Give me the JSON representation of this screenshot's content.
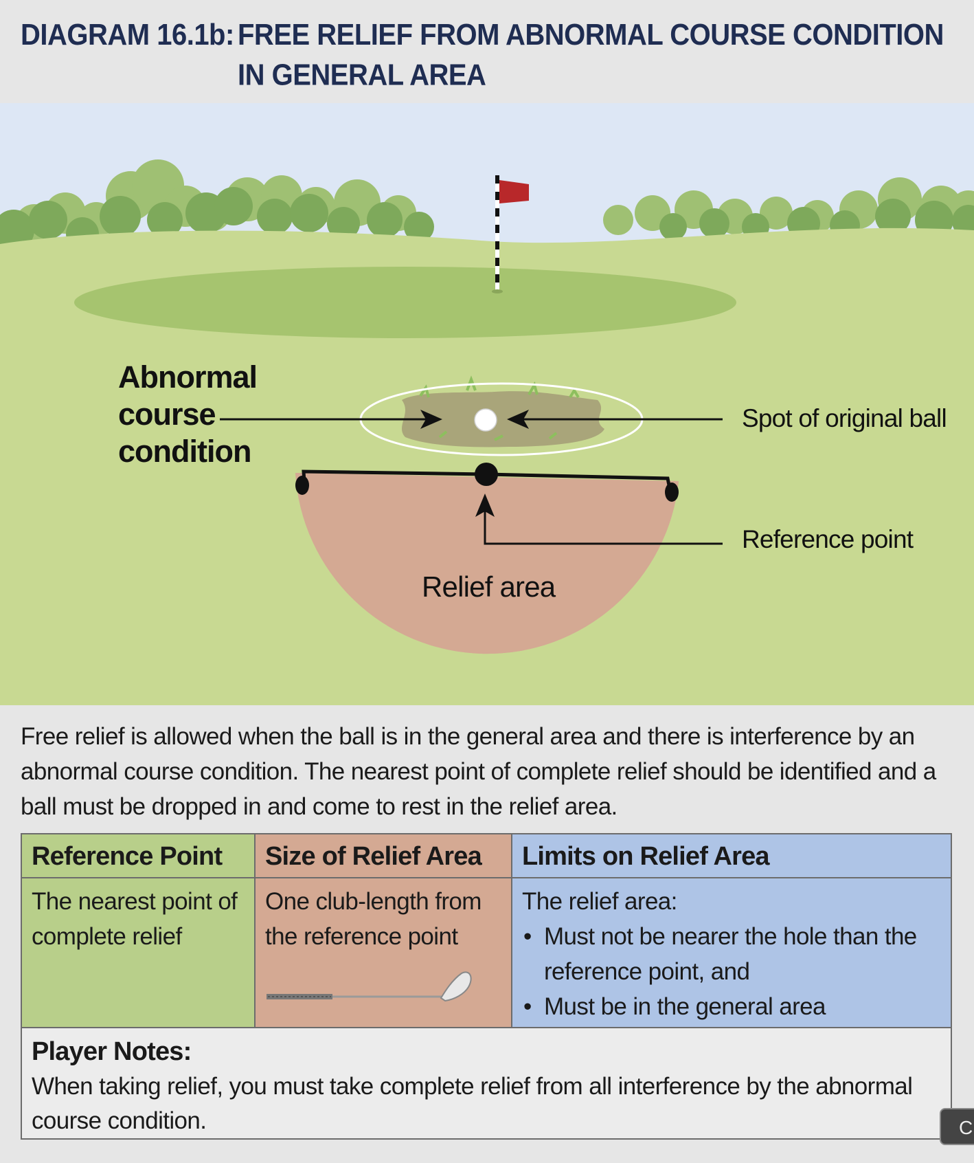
{
  "header": {
    "label": "DIAGRAM 16.1b:",
    "title": "FREE RELIEF FROM ABNORMAL COURSE CONDITION IN GENERAL AREA"
  },
  "diagram": {
    "abnormal_label": "Abnormal course condition",
    "spot_label": "Spot of original ball",
    "reference_label": "Reference point",
    "relief_label": "Relief area"
  },
  "intro_text": "Free relief is allowed when the ball is in the general area and there is interference by an abnormal course condition. The nearest point of complete relief should be identified and a ball must be dropped in and come to rest in the relief area.",
  "table": {
    "columns": [
      {
        "header": "Reference Point",
        "body": "The nearest point of complete relief"
      },
      {
        "header": "Size of Relief Area",
        "body": "One club-length from the reference point"
      },
      {
        "header": "Limits on Relief Area",
        "body": "The relief area:",
        "bullets": [
          "Must not be nearer the hole than the reference point, and",
          "Must be in the general area"
        ]
      }
    ],
    "notes_title": "Player Notes:",
    "notes_text": "When taking relief, you must take complete relief from all interference by the abnormal course condition."
  },
  "corner_button": "C",
  "colors": {
    "title": "#1f2d52",
    "sky": "#dde7f5",
    "fairway": "#c8d992",
    "green": "#a6c46f",
    "relief_area": "#d4a993",
    "flag": "#b8282a",
    "reference_col": "#b8cf8a",
    "size_col": "#d4a993",
    "limits_col": "#aec4e6"
  }
}
